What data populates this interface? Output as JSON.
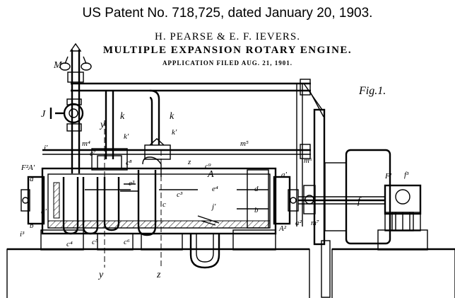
{
  "header": {
    "caption": "US Patent No. 718,725, dated January 20, 1903.",
    "inventors": "H. PEARSE & E. F. IEVERS.",
    "title": "MULTIPLE EXPANSION ROTARY ENGINE.",
    "filed": "APPLICATION FILED AUG. 21, 1901."
  },
  "figure": {
    "label": "Fig.1."
  },
  "labels": {
    "M": "M",
    "J": "J",
    "y_top": "y",
    "k1": "k",
    "k2": "k",
    "k1p": "k'",
    "k1p2": "k'",
    "m4": "m⁴",
    "c7": "c⁷",
    "i1": "i'",
    "FzA1": "F²A'",
    "d_left": "d",
    "c8": "c⁸",
    "z_top": "z",
    "c9": "c⁹",
    "A": "A",
    "m5": "m⁵",
    "e3": "e³",
    "c3": "c³",
    "e4": "e⁴",
    "d_right": "d",
    "b_right": "b",
    "c_mid": "c",
    "j1": "j'",
    "a1_right": "a'",
    "a1_left": "a'",
    "m6": "m⁶",
    "m7": "m⁷",
    "a2": "a²",
    "f": "f",
    "F1": "F'",
    "f3": "f³",
    "A2": "A²",
    "c4": "c⁴",
    "c5": "c⁵",
    "c6": "c⁶",
    "y_bottom": "y",
    "z_bottom": "z",
    "b_left": "b",
    "i3": "i³"
  }
}
